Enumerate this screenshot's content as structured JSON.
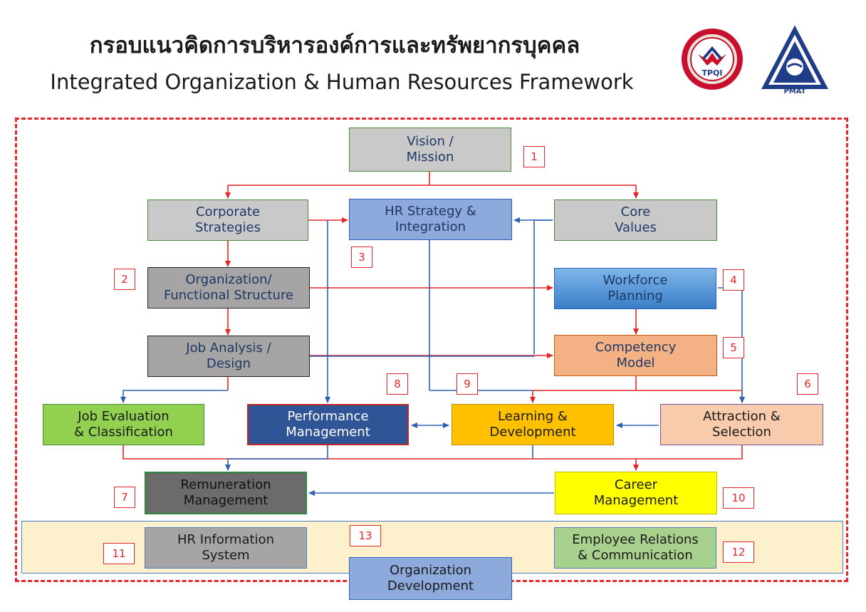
{
  "header": {
    "title_th": "กรอบแนวคิดการบริหารองค์การและทรัพยากรบุคคล",
    "title_en": "Integrated Organization & Human Resources Framework"
  },
  "logos": {
    "tpqi": {
      "text": "TPQI",
      "colors": [
        "#c8102e",
        "#1f3c88"
      ]
    },
    "pmat": {
      "text": "PMAT",
      "colors": [
        "#1f3c88"
      ]
    }
  },
  "nodes": {
    "vision": "Vision /\nMission",
    "corporate": "Corporate\nStrategies",
    "hr_strategy": "HR Strategy &\nIntegration",
    "core_values": "Core\nValues",
    "org_structure": "Organization/\nFunctional Structure",
    "workforce": "Workforce\nPlanning",
    "job_analysis": "Job Analysis /\nDesign",
    "competency": "Competency\nModel",
    "job_eval": "Job Evaluation\n& Classification",
    "performance": "Performance\nManagement",
    "learning": "Learning &\nDevelopment",
    "attraction": "Attraction &\nSelection",
    "remuneration": "Remuneration\nManagement",
    "career": "Career\nManagement",
    "hris": "HR Information\nSystem",
    "employee_rel": "Employee  Relations\n& Communication",
    "org_dev": "Organization\nDevelopment"
  },
  "numbers": [
    "1",
    "2",
    "3",
    "4",
    "5",
    "6",
    "7",
    "8",
    "9",
    "10",
    "11",
    "12",
    "13"
  ],
  "colors": {
    "gray": "#c9c9c9",
    "dark_gray": "#a6a4a4",
    "blue_light": "#8eaadc",
    "blue_grad": "#4f93d6",
    "orange_light": "#f4b183",
    "green": "#92d050",
    "navy": "#2f5597",
    "gold": "#ffc000",
    "peach": "#f8cbad",
    "charcoal": "#6b6b6b",
    "yellow": "#ffff00",
    "sage": "#a9d18e",
    "red_line": "#e5262a",
    "blue_line": "#2e62b8"
  }
}
